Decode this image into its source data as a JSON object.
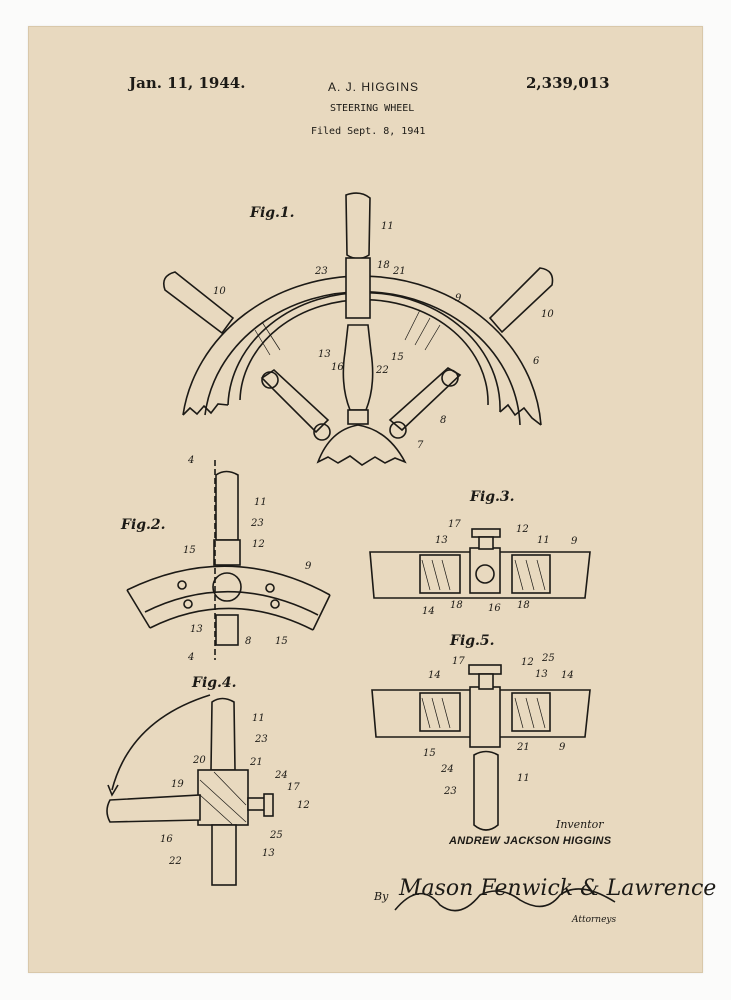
{
  "header": {
    "date": "Jan. 11, 1944.",
    "inventor_name": "A. J. HIGGINS",
    "patent_number": "2,339,013",
    "subject": "STEERING WHEEL",
    "filed": "Filed Sept. 8, 1941"
  },
  "figures": {
    "fig1": "Fig.1.",
    "fig2": "Fig.2.",
    "fig3": "Fig.3.",
    "fig4": "Fig.4.",
    "fig5": "Fig.5."
  },
  "fig1_labels": {
    "n11": "11",
    "n10a": "10",
    "n10b": "10",
    "n23": "23",
    "n18": "18",
    "n21": "21",
    "n9": "9",
    "n13": "13",
    "n16": "16",
    "n22": "22",
    "n15": "15",
    "n6": "6",
    "n8": "8",
    "n7": "7"
  },
  "fig2_labels": {
    "n4a": "4",
    "n4b": "4",
    "n11": "11",
    "n23": "23",
    "n12": "12",
    "n15a": "15",
    "n9": "9",
    "n13": "13",
    "n8": "8",
    "n15b": "15"
  },
  "fig3_labels": {
    "n17": "17",
    "n12": "12",
    "n13": "13",
    "n11": "11",
    "n9": "9",
    "n14": "14",
    "n18a": "18",
    "n16": "16",
    "n18b": "18"
  },
  "fig4_labels": {
    "n11": "11",
    "n23": "23",
    "n20": "20",
    "n21": "21",
    "n24": "24",
    "n17": "17",
    "n19": "19",
    "n12": "12",
    "n16": "16",
    "n25": "25",
    "n22": "22",
    "n13": "13"
  },
  "fig5_labels": {
    "n17": "17",
    "n12": "12",
    "n25": "25",
    "n14a": "14",
    "n13": "13",
    "n14b": "14",
    "n15": "15",
    "n21": "21",
    "n9": "9",
    "n24": "24",
    "n23": "23",
    "n11": "11"
  },
  "footer": {
    "inventor_label": "Inventor",
    "inventor_full_name": "ANDREW JACKSON HIGGINS",
    "by": "By",
    "signature": "Mason Fenwick & Lawrence",
    "attorneys": "Attorneys"
  }
}
